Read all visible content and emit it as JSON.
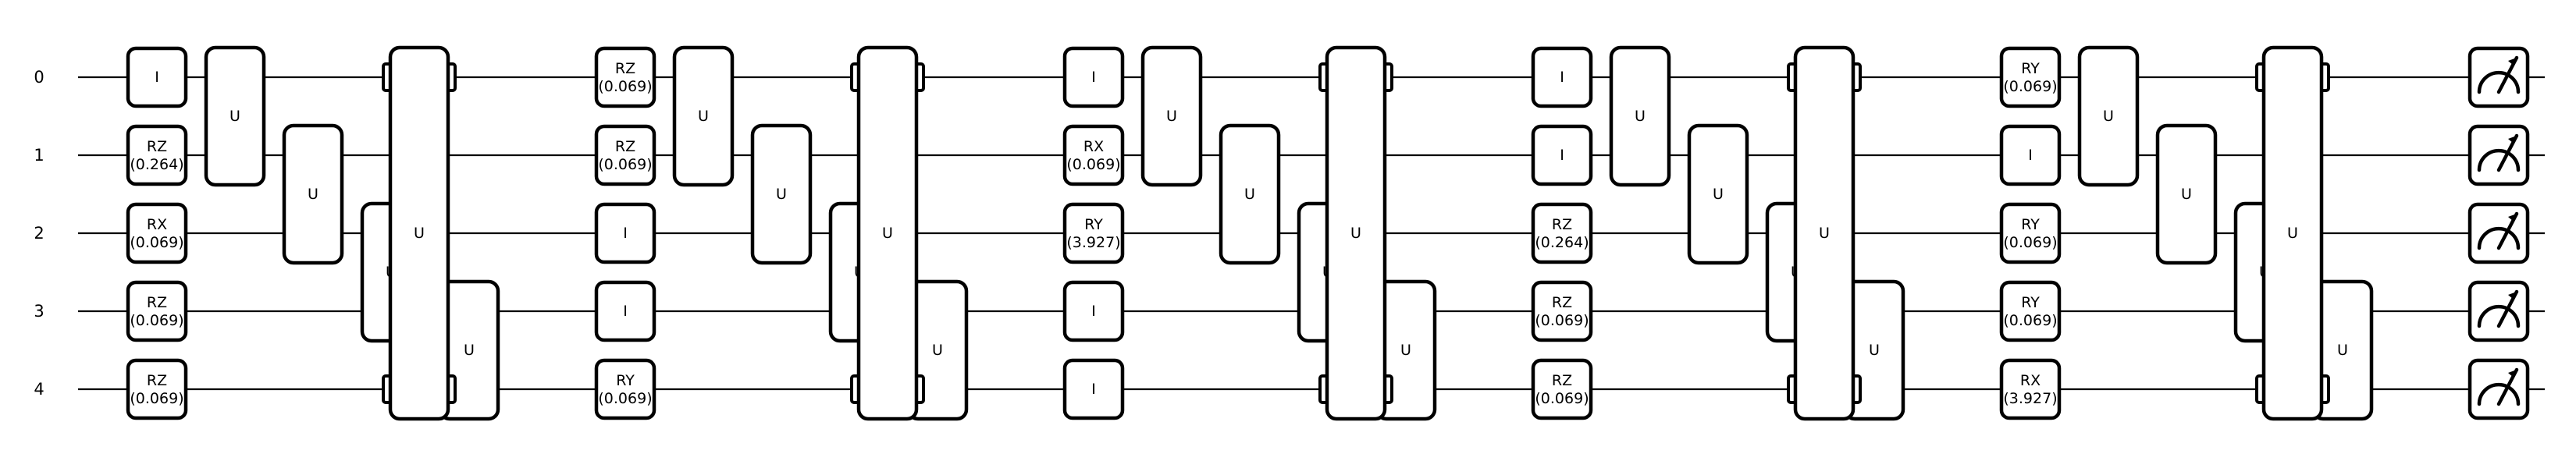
{
  "wires": [
    "0",
    "1",
    "2",
    "3",
    "4"
  ],
  "blocks": [
    {
      "singles": [
        {
          "name": "I"
        },
        {
          "name": "RZ",
          "param": "(0.264)"
        },
        {
          "name": "RX",
          "param": "(0.069)"
        },
        {
          "name": "RZ",
          "param": "(0.069)"
        },
        {
          "name": "RZ",
          "param": "(0.069)"
        }
      ]
    },
    {
      "singles": [
        {
          "name": "RZ",
          "param": "(0.069)"
        },
        {
          "name": "RZ",
          "param": "(0.069)"
        },
        {
          "name": "I"
        },
        {
          "name": "I"
        },
        {
          "name": "RY",
          "param": "(0.069)"
        }
      ]
    },
    {
      "singles": [
        {
          "name": "I"
        },
        {
          "name": "RX",
          "param": "(0.069)"
        },
        {
          "name": "RY",
          "param": "(3.927)"
        },
        {
          "name": "I"
        },
        {
          "name": "I"
        }
      ]
    },
    {
      "singles": [
        {
          "name": "I"
        },
        {
          "name": "I"
        },
        {
          "name": "RZ",
          "param": "(0.264)"
        },
        {
          "name": "RZ",
          "param": "(0.069)"
        },
        {
          "name": "RZ",
          "param": "(0.069)"
        }
      ]
    },
    {
      "singles": [
        {
          "name": "RY",
          "param": "(0.069)"
        },
        {
          "name": "I"
        },
        {
          "name": "RY",
          "param": "(0.069)"
        },
        {
          "name": "RY",
          "param": "(0.069)"
        },
        {
          "name": "RX",
          "param": "(3.927)"
        }
      ]
    }
  ],
  "entangler_pairs": [
    [
      0,
      1
    ],
    [
      1,
      2
    ],
    [
      2,
      3
    ],
    [
      3,
      4
    ]
  ],
  "entangler_label": "U",
  "global_label": "U",
  "measurement": "measure-icon"
}
